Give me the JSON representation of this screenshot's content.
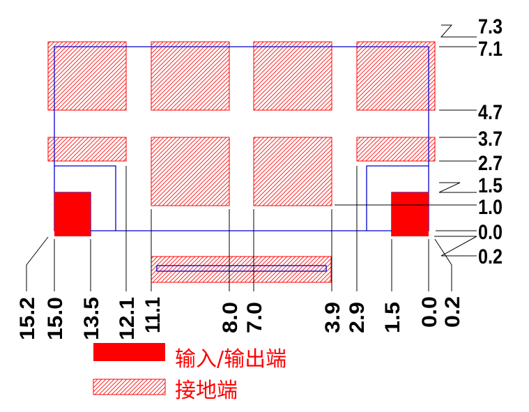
{
  "colors": {
    "pad_fill": "#ff0000",
    "hatch_stroke": "#ff0000",
    "outline": "#0000cc",
    "dim_line": "#000000",
    "legend_text": "#ff0000"
  },
  "right_labels": [
    "7.3",
    "7.1",
    "4.7",
    "3.7",
    "2.7",
    "1.5",
    "1.0",
    "0.0",
    "0.2"
  ],
  "bottom_labels": [
    "15.2",
    "15.0",
    "13.5",
    "12.1",
    "11.1",
    "8.0",
    "7.0",
    "3.9",
    "2.9",
    "1.5",
    "0.0",
    "0.2"
  ],
  "legend": {
    "io_label": "输入/输出端",
    "ground_label": "接地端"
  }
}
